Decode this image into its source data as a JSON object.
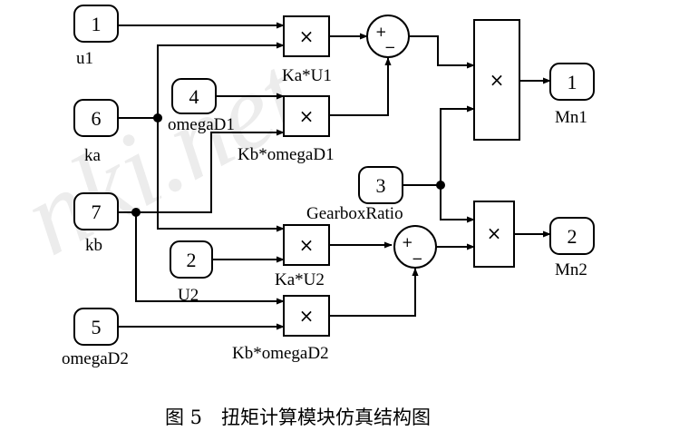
{
  "ports_in": [
    {
      "num": "1",
      "label": "u1"
    },
    {
      "num": "6",
      "label": "ka"
    },
    {
      "num": "7",
      "label": "kb"
    },
    {
      "num": "4",
      "label": "omegaD1"
    },
    {
      "num": "2",
      "label": "U2"
    },
    {
      "num": "5",
      "label": "omegaD2"
    },
    {
      "num": "3",
      "label": "GearboxRatio"
    }
  ],
  "ports_out": [
    {
      "num": "1",
      "label": "Mn1"
    },
    {
      "num": "2",
      "label": "Mn2"
    }
  ],
  "products": [
    {
      "label": "Ka*U1"
    },
    {
      "label": "Kb*omegaD1"
    },
    {
      "label": "Ka*U2"
    },
    {
      "label": "Kb*omegaD2"
    }
  ],
  "symbols": {
    "multiply": "×",
    "plus": "+",
    "minus": "−"
  },
  "watermark": "nki.net",
  "caption": "图 5　扭矩计算模块仿真结构图"
}
